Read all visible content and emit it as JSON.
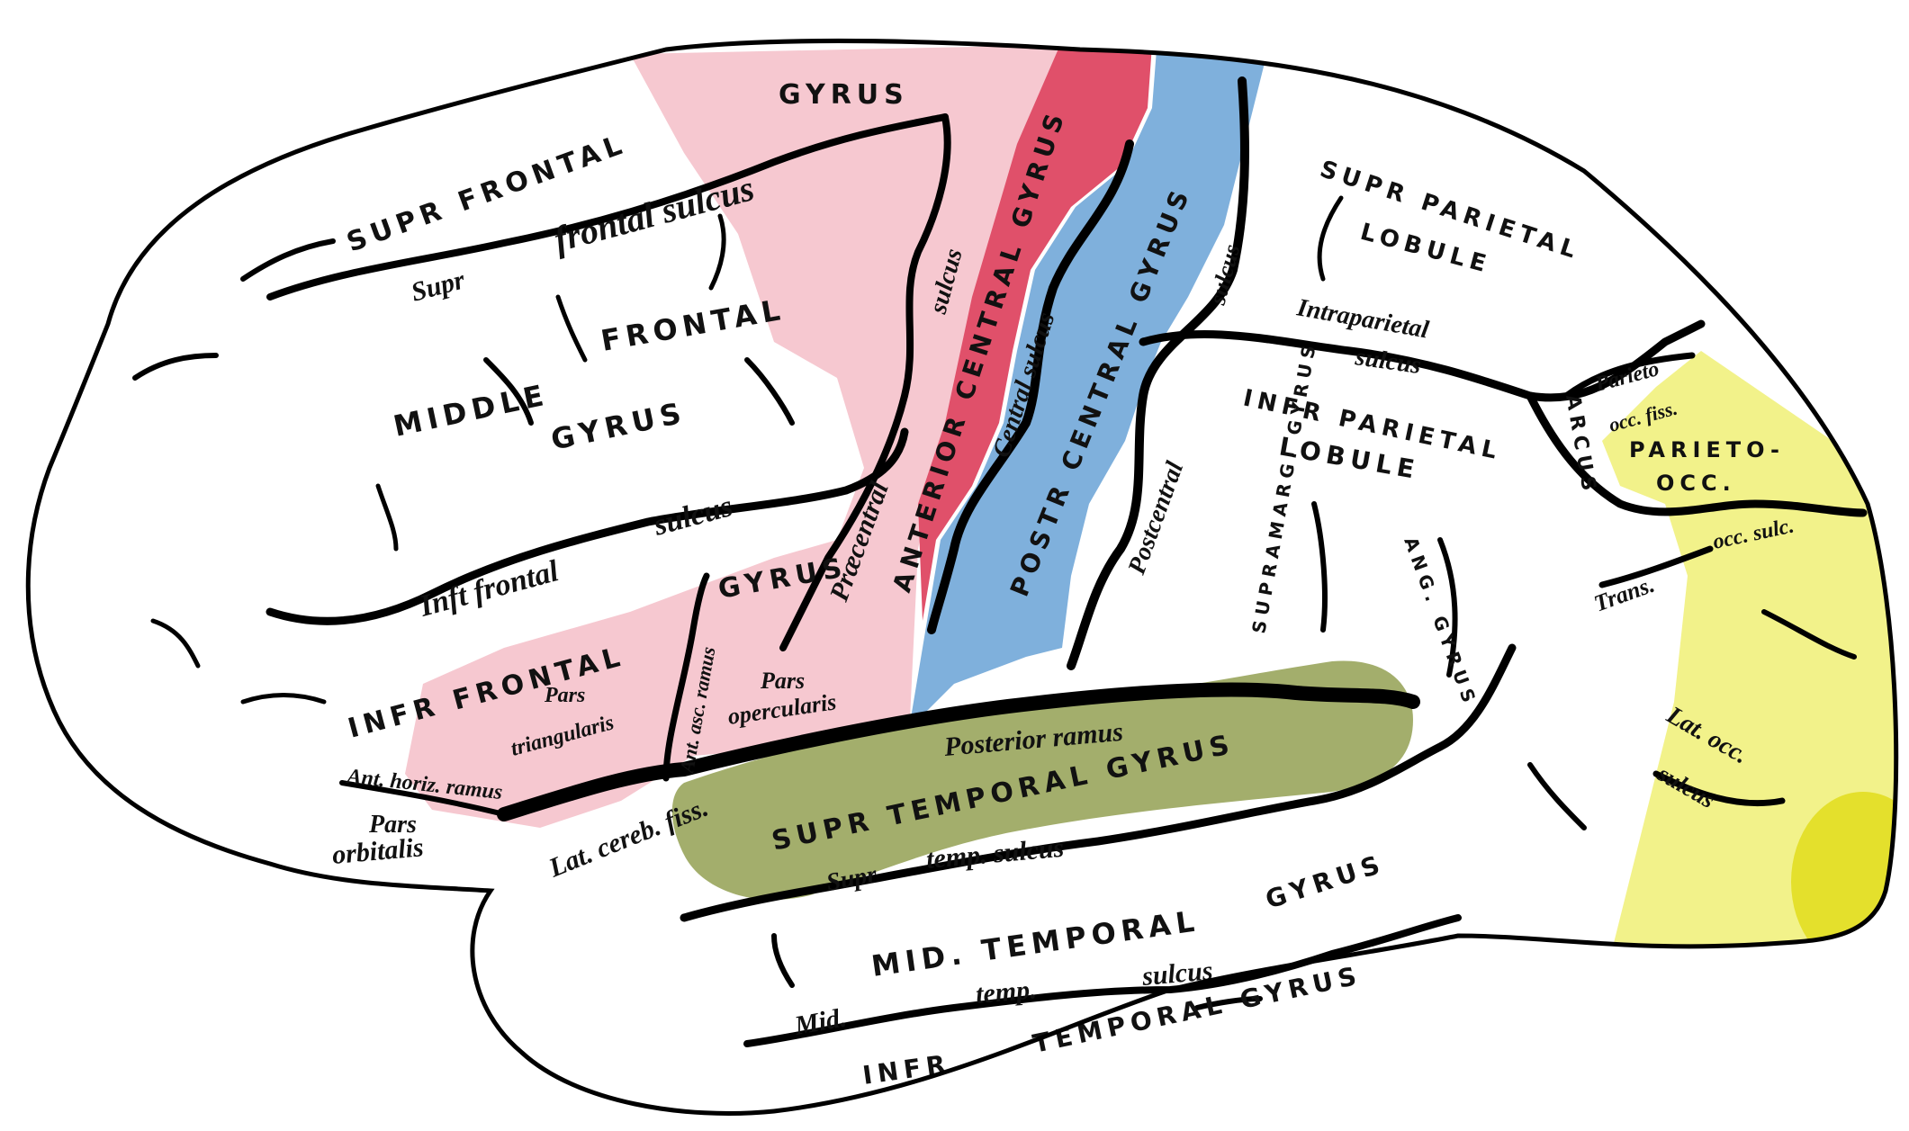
{
  "colors": {
    "precentral_region": "#f6c8d0",
    "anterior_central": "#e0506a",
    "posterior_central": "#7fb0dc",
    "parieto_occipital": "#f2f28a",
    "superior_temporal": "#a3ae6c",
    "outline": "#000000",
    "background": "#ffffff"
  },
  "labels": {
    "gyrus_top": "GYRUS",
    "sup_frontal": "SUPR FRONTAL",
    "supr_frontal_sulcus_a": "Supr",
    "supr_frontal_sulcus_b": "frontal sulcus",
    "middle": "MIDDLE",
    "frontal": "FRONTAL",
    "gyrus_middle": "GYRUS",
    "inf_frontal_sulcus_a": "Inft frontal",
    "inf_frontal_sulcus_b": "sulcus",
    "inf_frontal": "INFR FRONTAL",
    "gyrus_inf": "GYRUS",
    "pars_triangularis_a": "Pars",
    "pars_triangularis_b": "triangularis",
    "pars_opercularis_a": "Pars",
    "pars_opercularis_b": "opercularis",
    "ant_horiz_ramus": "Ant. horiz. ramus",
    "ant_ascend_ramus": "Ant. asc. ramus",
    "pars_orbitalis_a": "Pars",
    "pars_orbitalis_b": "orbitalis",
    "precentral_sulcus_a": "Præcentral",
    "precentral_sulcus_b": "sulcus",
    "anterior_central_gyrus": "ANTERIOR CENTRAL GYRUS",
    "central_sulcus": "Central sulcus",
    "post_central_gyrus": "POSTR CENTRAL GYRUS",
    "postcentral_sulcus_a": "Postcentral",
    "postcentral_sulcus_b": "sulcus",
    "sup_parietal_a": "SUPR PARIETAL",
    "sup_parietal_b": "LOBULE",
    "intraparietal_a": "Intraparietal",
    "intraparietal_b": "sulcus",
    "inf_parietal_a": "INFR PARIETAL",
    "inf_parietal_b": "LOBULE",
    "supramarg_gyrus": "SUPRAMARG. GYRUS",
    "ang_gyrus": "ANG. GYRUS",
    "arcus": "ARCUS",
    "parieto_occ_fiss_a": "Parieto",
    "parieto_occ_fiss_b": "occ. fiss.",
    "parieto_occ_a": "PARIETO-",
    "parieto_occ_b": "OCC.",
    "trans_occ_sulcus_a": "Trans.",
    "trans_occ_sulcus_b": "occ. sulc.",
    "lat_occ_sulcus_a": "Lat. occ.",
    "lat_occ_sulcus_b": "sulcus",
    "posterior_ramus": "Posterior ramus",
    "lat_cereb_fiss": "Lat. cereb. fiss.",
    "sup_temporal_gyrus": "SUPR TEMPORAL GYRUS",
    "sup_temp_sulcus_a": "Supr",
    "sup_temp_sulcus_b": "temp. sulcus",
    "mid_temporal_gyrus": "MID. TEMPORAL",
    "gyrus_mid_temp": "GYRUS",
    "mid_temp_sulcus_a": "Mid.",
    "mid_temp_sulcus_b": "temp.",
    "mid_temp_sulcus_c": "sulcus",
    "inf_temporal_a": "INFR",
    "inf_temporal_b": "TEMPORAL GYRUS"
  }
}
